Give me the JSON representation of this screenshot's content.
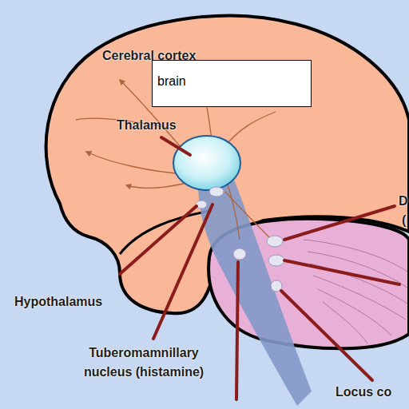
{
  "diagram": {
    "nodes": [
      {
        "text": [
          "brain"
        ]
      }
    ],
    "labels": [
      "Cerebral cortex",
      "Thalamus",
      "D",
      "(",
      "Hypothalamus",
      "Tuberomamnillary nucleus (histamine)",
      "Locus co"
    ]
  }
}
